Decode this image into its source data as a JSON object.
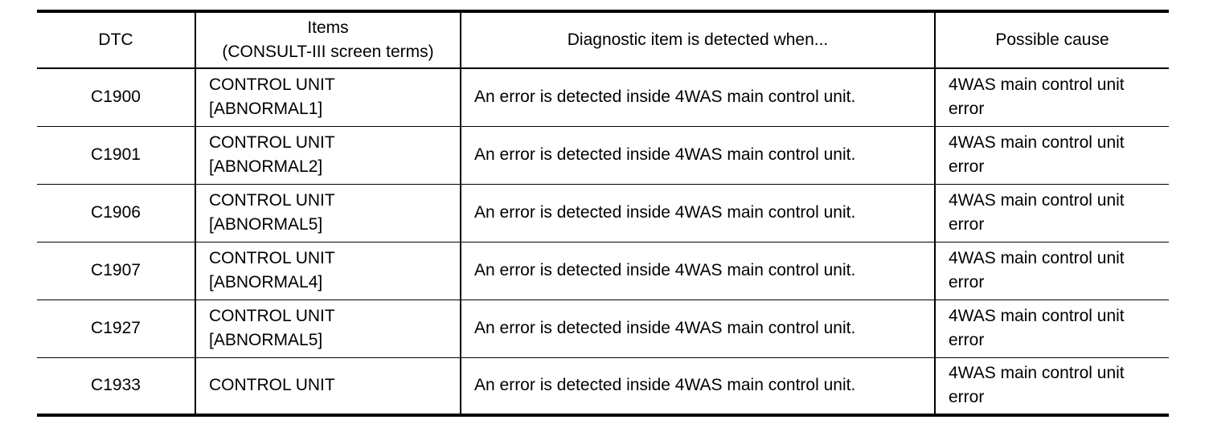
{
  "table": {
    "headers": {
      "dtc": "DTC",
      "items_line1": "Items",
      "items_line2": "(CONSULT-III screen terms)",
      "detected": "Diagnostic item is detected when...",
      "cause": "Possible cause"
    },
    "rows": [
      {
        "dtc": "C1900",
        "items_line1": "CONTROL UNIT",
        "items_line2": "[ABNORMAL1]",
        "detected": "An error is detected inside 4WAS main control unit.",
        "cause_line1": "4WAS main control unit",
        "cause_line2": "error"
      },
      {
        "dtc": "C1901",
        "items_line1": "CONTROL UNIT",
        "items_line2": "[ABNORMAL2]",
        "detected": "An error is detected inside 4WAS main control unit.",
        "cause_line1": "4WAS main control unit",
        "cause_line2": "error"
      },
      {
        "dtc": "C1906",
        "items_line1": "CONTROL UNIT",
        "items_line2": "[ABNORMAL5]",
        "detected": "An error is detected inside 4WAS main control unit.",
        "cause_line1": "4WAS main control unit",
        "cause_line2": "error"
      },
      {
        "dtc": "C1907",
        "items_line1": "CONTROL UNIT",
        "items_line2": "[ABNORMAL4]",
        "detected": "An error is detected inside 4WAS main control unit.",
        "cause_line1": "4WAS main control unit",
        "cause_line2": "error"
      },
      {
        "dtc": "C1927",
        "items_line1": "CONTROL UNIT",
        "items_line2": "[ABNORMAL5]",
        "detected": "An error is detected inside 4WAS main control unit.",
        "cause_line1": "4WAS main control unit",
        "cause_line2": "error"
      },
      {
        "dtc": "C1933",
        "items_line1": "CONTROL UNIT",
        "items_line2": "",
        "detected": "An error is detected inside 4WAS main control unit.",
        "cause_line1": "4WAS main control unit",
        "cause_line2": "error"
      }
    ]
  }
}
